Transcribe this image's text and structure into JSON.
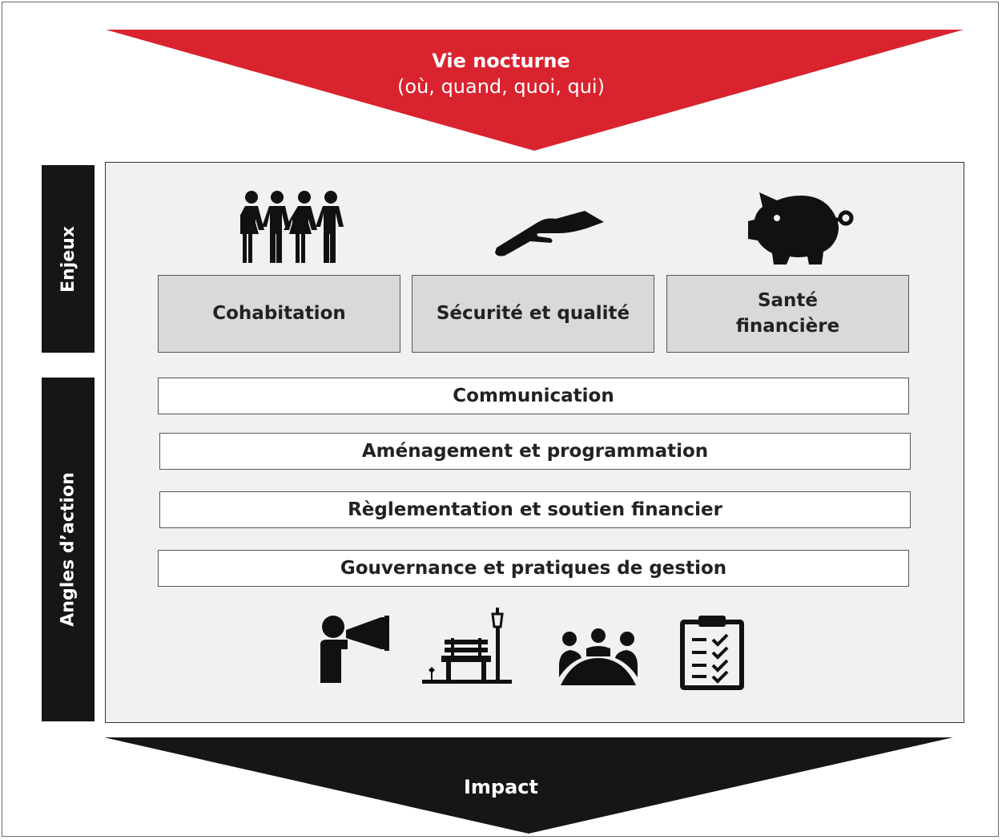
{
  "top_arrow": {
    "title": "Vie nocturne",
    "subtitle": "(où, quand, quoi, qui)",
    "color": "#d9232e"
  },
  "sidebar": {
    "enjeux": "Enjeux",
    "angles": "Angles d’action"
  },
  "enjeux": [
    {
      "label": "Cohabitation",
      "icon": "people-group-icon"
    },
    {
      "label": "Sécurité et qualité",
      "icon": "hand-icon"
    },
    {
      "label": "Santé\nfinancière",
      "icon": "piggy-bank-icon"
    }
  ],
  "angles": [
    {
      "label": "Communication"
    },
    {
      "label": "Aménagement et programmation"
    },
    {
      "label": "Règlementation et soutien financier"
    },
    {
      "label": "Gouvernance et pratiques de gestion"
    }
  ],
  "angle_icons": [
    "megaphone-icon",
    "park-bench-icon",
    "meeting-icon",
    "clipboard-checklist-icon"
  ],
  "bottom_arrow": {
    "title": "Impact",
    "color": "#161616"
  }
}
